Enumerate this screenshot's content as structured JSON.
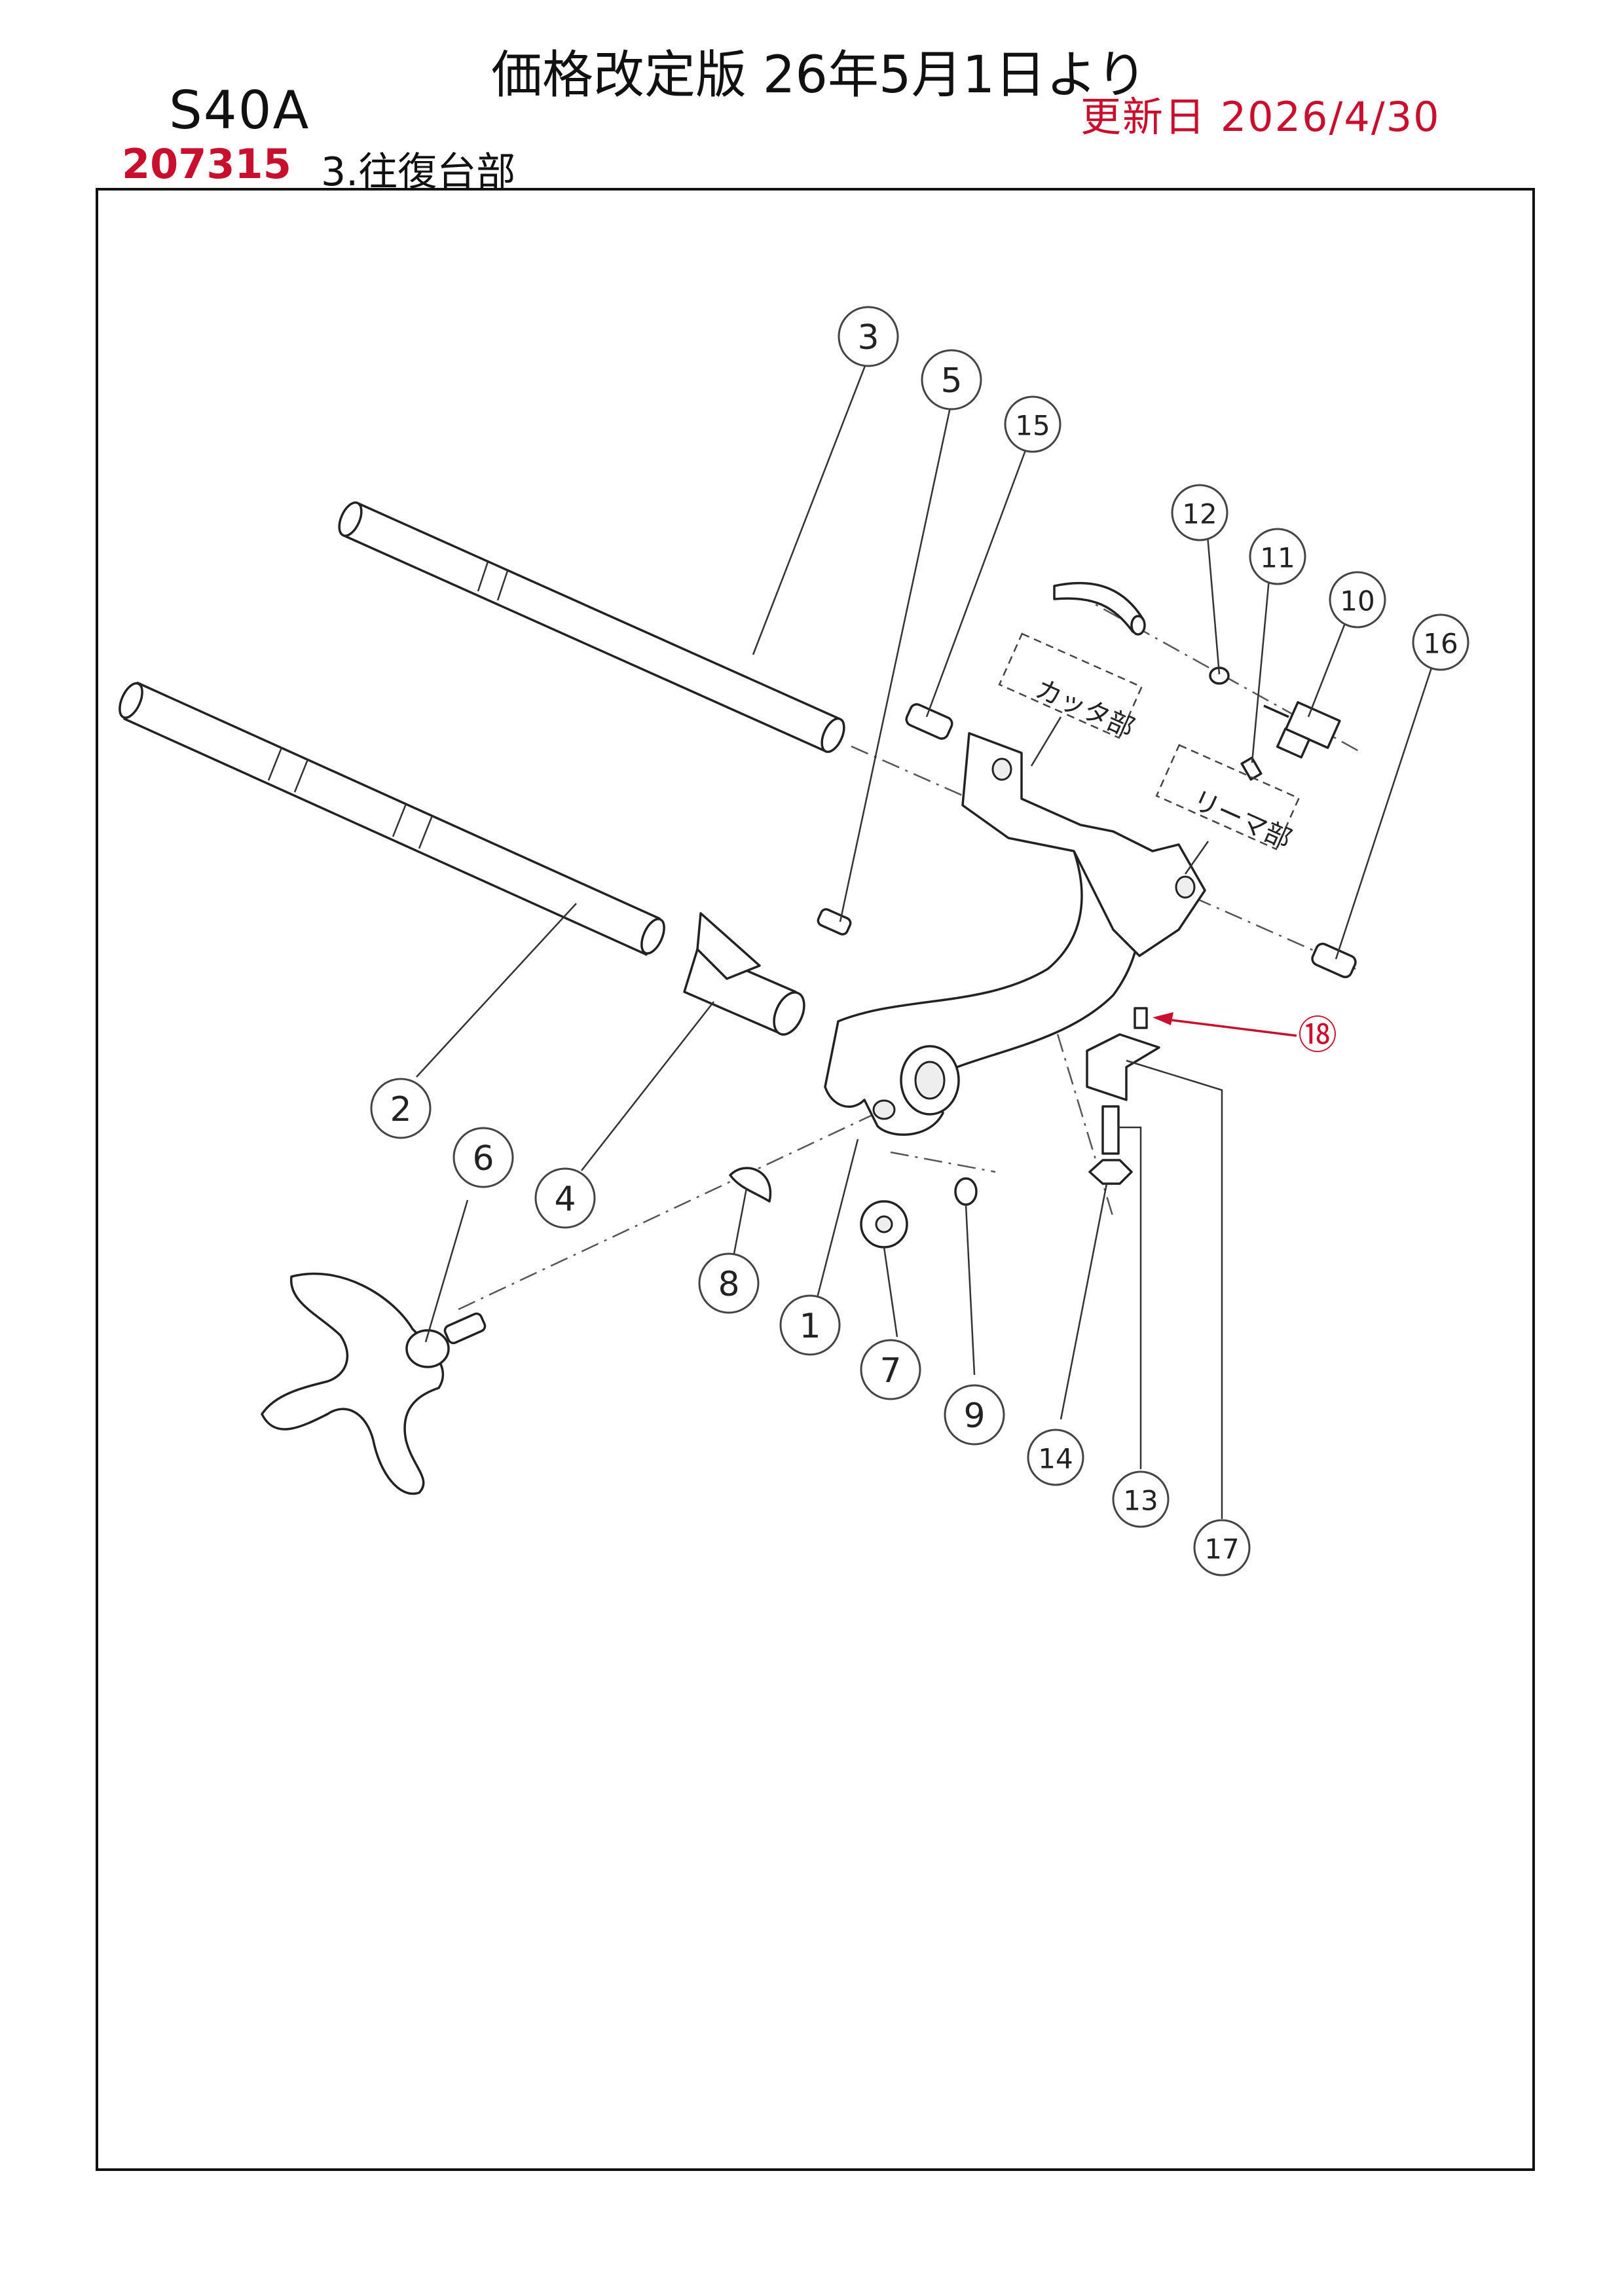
{
  "header": {
    "title": "価格改定版 26年5月1日より",
    "model": "S40A",
    "updated": "更新日 2026/4/30",
    "part_code": "207315",
    "section": "3.往復台部"
  },
  "diagram": {
    "group_labels": {
      "cutter": "カッタ部",
      "reamer": "リーマ部"
    },
    "callouts": [
      "1",
      "2",
      "3",
      "4",
      "5",
      "6",
      "7",
      "8",
      "9",
      "10",
      "11",
      "12",
      "13",
      "14",
      "15",
      "16",
      "17"
    ],
    "highlight_label": "⑱",
    "colors": {
      "highlight": "#c8102e",
      "line": "#222222"
    }
  }
}
